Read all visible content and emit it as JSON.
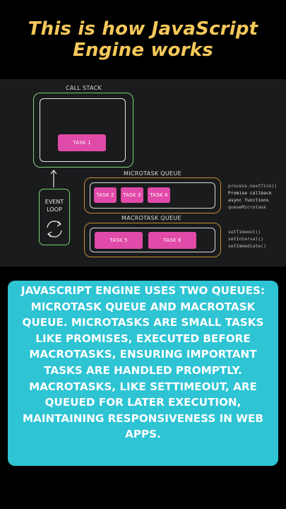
{
  "title": {
    "lines": [
      "This is how JavaScript",
      "Engine works"
    ]
  },
  "diagram": {
    "call_stack_label": "CALL STACK",
    "call_stack_task": "TASK 1",
    "microtask_label": "MICROTASK QUEUE",
    "microtask_tasks": [
      "TASK 2",
      "TASK 3",
      "TASK 4"
    ],
    "macrotask_label": "MACROTASK QUEUE",
    "macrotask_tasks": [
      "TASK 5",
      "TASK 6"
    ],
    "event_loop_label": [
      "EVENT",
      "LOOP"
    ],
    "microtask_sources": [
      "process.nextTick()",
      "Promise callback",
      "async functions",
      "queueMicrotask"
    ],
    "macrotask_sources": [
      "setTimeout()",
      "setInterval()",
      "setImmediate()"
    ]
  },
  "caption": {
    "lines": [
      "JAVASCRIPT ENGINE USES TWO QUEUES:",
      "MICROTASK QUEUE AND MACROTASK",
      "QUEUE. MICROTASKS ARE SMALL TASKS",
      "LIKE PROMISES, EXECUTED BEFORE",
      "MACROTASKS, ENSURING IMPORTANT",
      "TASKS ARE HANDLED PROMPTLY.",
      "MACROTASKS, LIKE SETTIMEOUT, ARE",
      "QUEUED FOR LATER EXECUTION,",
      "MAINTAINING RESPONSIVENESS IN WEB",
      "APPS."
    ]
  },
  "colors": {
    "title": "#f5c85a",
    "task": "#e04aa8",
    "green_border": "#7fcf76",
    "orange_border": "#c98a3a",
    "caption_bg": "#2ec4d4"
  }
}
